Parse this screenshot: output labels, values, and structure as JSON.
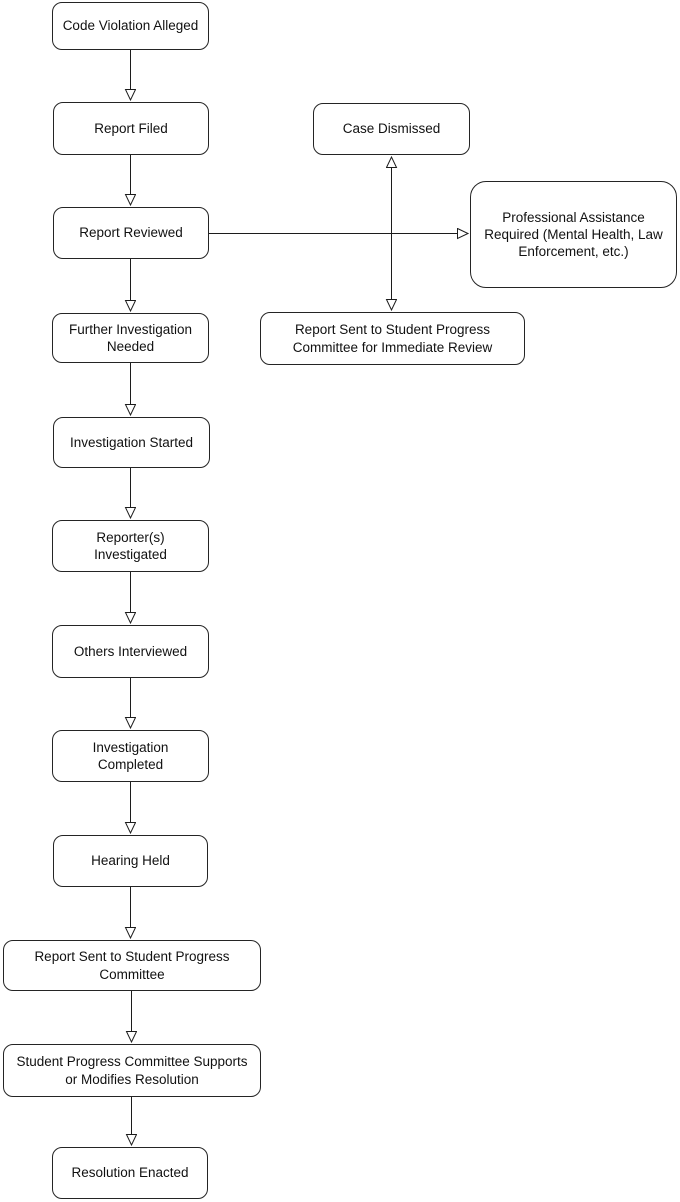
{
  "diagram": {
    "type": "flowchart",
    "background_color": "#ffffff",
    "box_fill_color": "#ffffff",
    "box_border_color": "#242424",
    "line_color": "#1c1c1c",
    "text_color": "#111111",
    "nodes": [
      {
        "id": "code-violation-alleged",
        "label": "Code Violation Alleged"
      },
      {
        "id": "report-filed",
        "label": "Report Filed"
      },
      {
        "id": "report-reviewed",
        "label": "Report Reviewed"
      },
      {
        "id": "further-investigation-needed",
        "label": "Further Investigation Needed"
      },
      {
        "id": "investigation-started",
        "label": "Investigation Started"
      },
      {
        "id": "reporters-investigated",
        "label": "Reporter(s) Investigated"
      },
      {
        "id": "others-interviewed",
        "label": "Others Interviewed"
      },
      {
        "id": "investigation-completed",
        "label": "Investigation Completed"
      },
      {
        "id": "hearing-held",
        "label": "Hearing Held"
      },
      {
        "id": "report-sent-to-spc",
        "label": "Report Sent to Student Progress Committee"
      },
      {
        "id": "spc-supports-or-modifies",
        "label": "Student Progress Committee Supports or Modifies Resolution"
      },
      {
        "id": "resolution-enacted",
        "label": "Resolution Enacted"
      },
      {
        "id": "case-dismissed",
        "label": "Case Dismissed"
      },
      {
        "id": "professional-assistance-required",
        "label": "Professional Assistance Required (Mental Health, Law Enforcement, etc.)"
      },
      {
        "id": "report-sent-to-spc-immediate-review",
        "label": "Report Sent to Student Progress Committee for Immediate Review"
      }
    ],
    "edges": [
      {
        "from": "code-violation-alleged",
        "to": "report-filed",
        "style": "arrow"
      },
      {
        "from": "report-filed",
        "to": "report-reviewed",
        "style": "arrow"
      },
      {
        "from": "report-reviewed",
        "to": "further-investigation-needed",
        "style": "arrow"
      },
      {
        "from": "report-reviewed",
        "to": "professional-assistance-required",
        "style": "arrow"
      },
      {
        "from": "report-reviewed",
        "to": "case-dismissed",
        "style": "arrow"
      },
      {
        "from": "report-reviewed",
        "to": "report-sent-to-spc-immediate-review",
        "style": "arrow"
      },
      {
        "from": "further-investigation-needed",
        "to": "investigation-started",
        "style": "arrow"
      },
      {
        "from": "investigation-started",
        "to": "reporters-investigated",
        "style": "arrow"
      },
      {
        "from": "reporters-investigated",
        "to": "others-interviewed",
        "style": "arrow"
      },
      {
        "from": "others-interviewed",
        "to": "investigation-completed",
        "style": "arrow"
      },
      {
        "from": "investigation-completed",
        "to": "hearing-held",
        "style": "arrow"
      },
      {
        "from": "hearing-held",
        "to": "report-sent-to-spc",
        "style": "arrow"
      },
      {
        "from": "report-sent-to-spc",
        "to": "spc-supports-or-modifies",
        "style": "arrow"
      },
      {
        "from": "spc-supports-or-modifies",
        "to": "resolution-enacted",
        "style": "arrow"
      }
    ]
  }
}
